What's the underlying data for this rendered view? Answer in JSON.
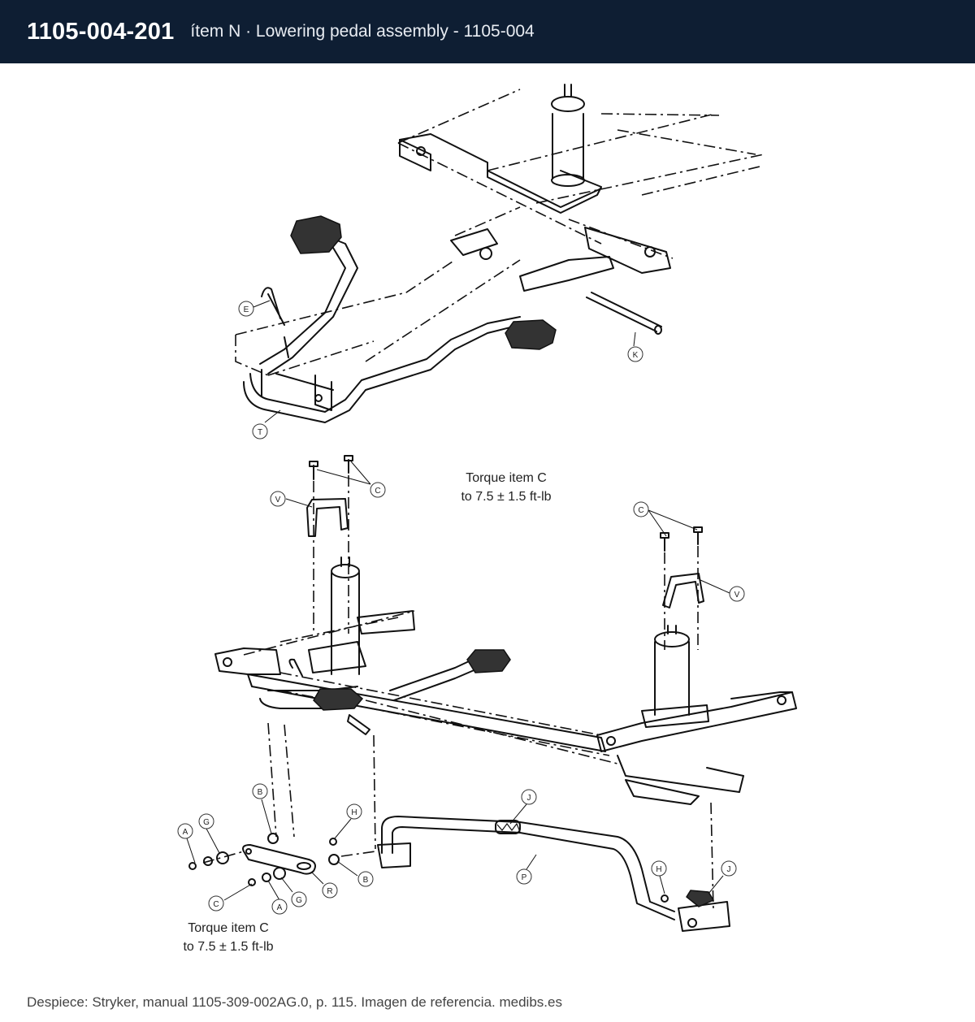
{
  "header": {
    "part_number": "1105-004-201",
    "subtitle": "ítem N · Lowering pedal assembly - 1105-004"
  },
  "diagram": {
    "notes": [
      {
        "line1": "Torque item C",
        "line2": "to 7.5 ± 1.5 ft-lb"
      },
      {
        "line1": "Torque item C",
        "line2": "to 7.5 ± 1.5 ft-lb"
      }
    ],
    "callouts": [
      "E",
      "K",
      "T",
      "C",
      "V",
      "C",
      "V",
      "B",
      "H",
      "J",
      "A",
      "G",
      "B",
      "P",
      "H",
      "J",
      "A",
      "G",
      "R",
      "C"
    ]
  },
  "footer": {
    "caption": "Despiece: Stryker, manual 1105-309-002AG.0, p. 115. Imagen de referencia. medibs.es"
  }
}
